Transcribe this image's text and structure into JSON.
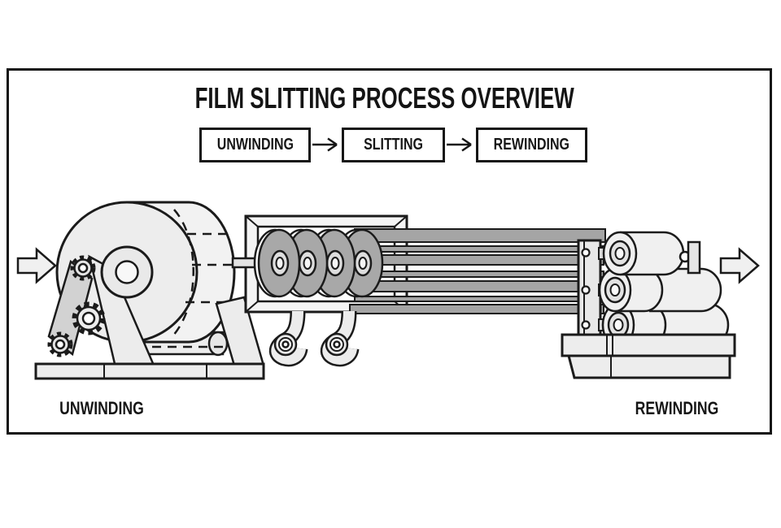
{
  "diagram": {
    "title": "FILM SLITTING PROCESS OVERVIEW",
    "flow_steps": [
      {
        "label": "UNWINDING"
      },
      {
        "label": "SLITTING"
      },
      {
        "label": "REWINDING"
      }
    ],
    "station_labels": {
      "left": "UNWINDING",
      "right": "REWINDING"
    },
    "icons": {
      "inlet_arrow": "block-arrow-right",
      "outlet_arrow": "block-arrow-right",
      "flow_connector_1": "arrow-right",
      "flow_connector_2": "arrow-right"
    },
    "colors": {
      "outline": "#1b1b1b",
      "frame_border": "#141414",
      "machine_light": "#ededed",
      "machine_mid": "#a5a5a5",
      "background": "#ffffff"
    }
  }
}
